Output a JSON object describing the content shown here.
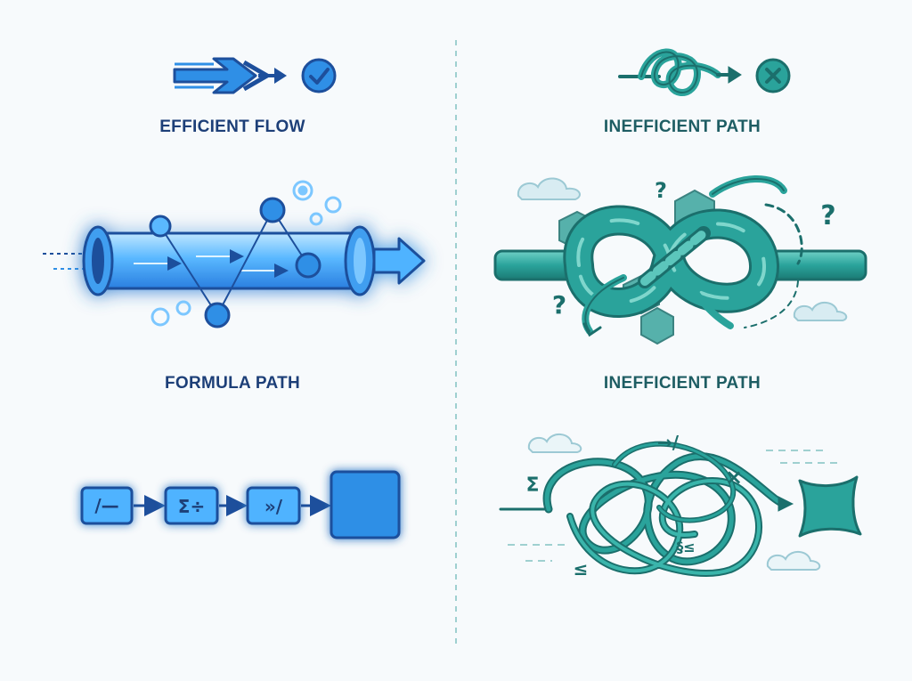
{
  "left": {
    "section1": {
      "label": "EFFICIENT FLOW",
      "icon": "check-circle-icon"
    },
    "section2": {
      "label": "FORMULA PATH"
    },
    "steps": [
      {
        "symbol": "/—"
      },
      {
        "symbol": "Σ÷"
      },
      {
        "symbol": "»/"
      }
    ]
  },
  "right": {
    "section1": {
      "label": "INEFFICIENT PATH",
      "icon": "x-circle-icon"
    },
    "section2": {
      "label": "INEFFICIENT PATH"
    },
    "symbols": {
      "sigma": "Σ",
      "slash_ops": "→/",
      "times": "×",
      "question": "?",
      "mixed1": "≤",
      "mixed2": "§≤"
    }
  },
  "colors": {
    "blue_dark": "#1d4f9c",
    "blue_main": "#2f8fe6",
    "blue_glow": "#7cc7ff",
    "teal_dark": "#1b6f6c",
    "teal_main": "#2aa39b",
    "background": "#f7fafc"
  }
}
